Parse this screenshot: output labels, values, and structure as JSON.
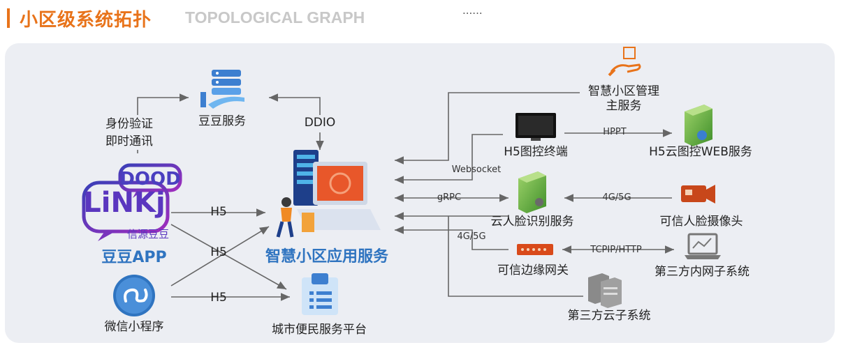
{
  "header": {
    "title": "小区级系统拓扑",
    "subtitle": "TOPOLOGICAL GRAPH",
    "ellipsis": "......"
  },
  "nodes": {
    "doudou_service": "豆豆服务",
    "identity": "身份验证",
    "im": "即时通讯",
    "ddio": "DDIO",
    "doudou_app": "豆豆APP",
    "logo_top": "DOOD",
    "logo_main": "LiNKj",
    "logo_sub": "信源豆豆",
    "core": "智慧小区应用服务",
    "mini_program": "微信小程序",
    "city_platform": "城市便民服务平台",
    "mgmt_line1": "智慧小区管理",
    "mgmt_line2": "主服务",
    "h5_terminal": "H5图控终端",
    "h5_web": "H5云图控WEB服务",
    "face_service": "云人脸识别服务",
    "face_camera": "可信人脸摄像头",
    "edge_gateway": "可信边缘网关",
    "third_internal": "第三方内网子系统",
    "third_cloud": "第三方云子系统"
  },
  "edges": {
    "h5_app_core": "H5",
    "h5_mini_core": "H5",
    "h5_mini_city": "H5",
    "hppt": "HPPT",
    "websocket": "Websocket",
    "grpc": "gRPC",
    "net_camera": "4G/5G",
    "net_gateway": "4G/5G",
    "tcpip": "TCPIP/HTTP"
  },
  "colors": {
    "accent": "#e8731a",
    "brand_blue": "#2f74c0",
    "panel_bg": "#eceef3",
    "line": "#666666"
  }
}
